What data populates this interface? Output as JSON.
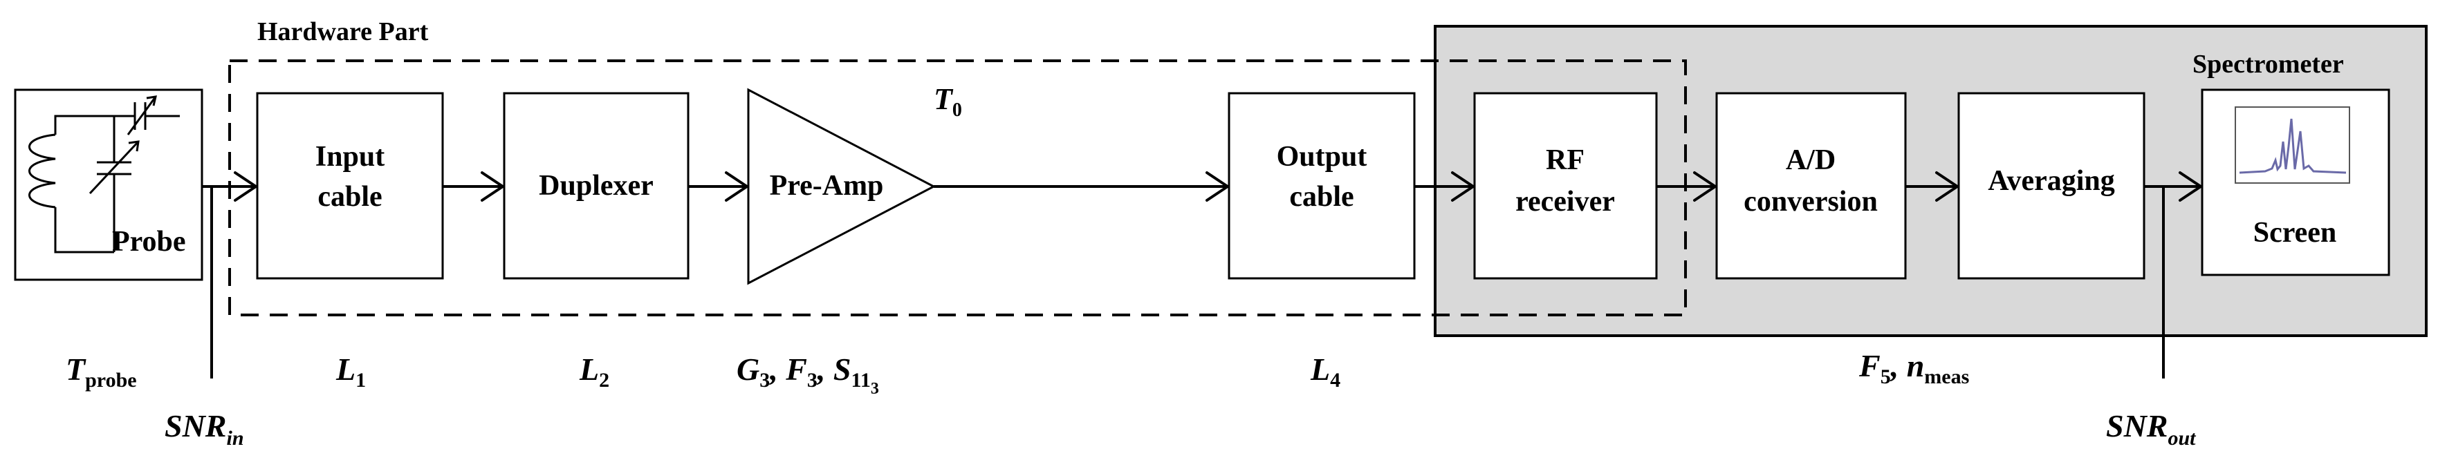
{
  "regions": {
    "hardware_part": "Hardware Part",
    "spectrometer": "Spectrometer"
  },
  "blocks": {
    "probe": "Probe",
    "input_cable": [
      "Input",
      "cable"
    ],
    "duplexer": "Duplexer",
    "preamp": "Pre-Amp",
    "output_cable": [
      "Output",
      "cable"
    ],
    "rf_receiver": [
      "RF",
      "receiver"
    ],
    "ad_conversion": [
      "A/D",
      "conversion"
    ],
    "averaging": "Averaging",
    "screen": "Screen"
  },
  "parameters": {
    "t0_main": "T",
    "t0_sub": "0",
    "tprobe_main": "T",
    "tprobe_sub": "probe",
    "l1_main": "L",
    "l1_sub": "1",
    "l2_main": "L",
    "l2_sub": "2",
    "g3_main": "G",
    "g3_sub": "3",
    "f3_main": "F",
    "f3_sub": "3",
    "s113_main": "S",
    "s113_sub": "11",
    "s113_subsub": "3",
    "l4_main": "L",
    "l4_sub": "4",
    "f5_main": "F",
    "f5_sub": "5",
    "nmeas_main": "n",
    "nmeas_sub": "meas",
    "snr_in_main": "SNR",
    "snr_in_sub": "in",
    "snr_out_main": "SNR",
    "snr_out_sub": "out",
    "separator": ", "
  }
}
